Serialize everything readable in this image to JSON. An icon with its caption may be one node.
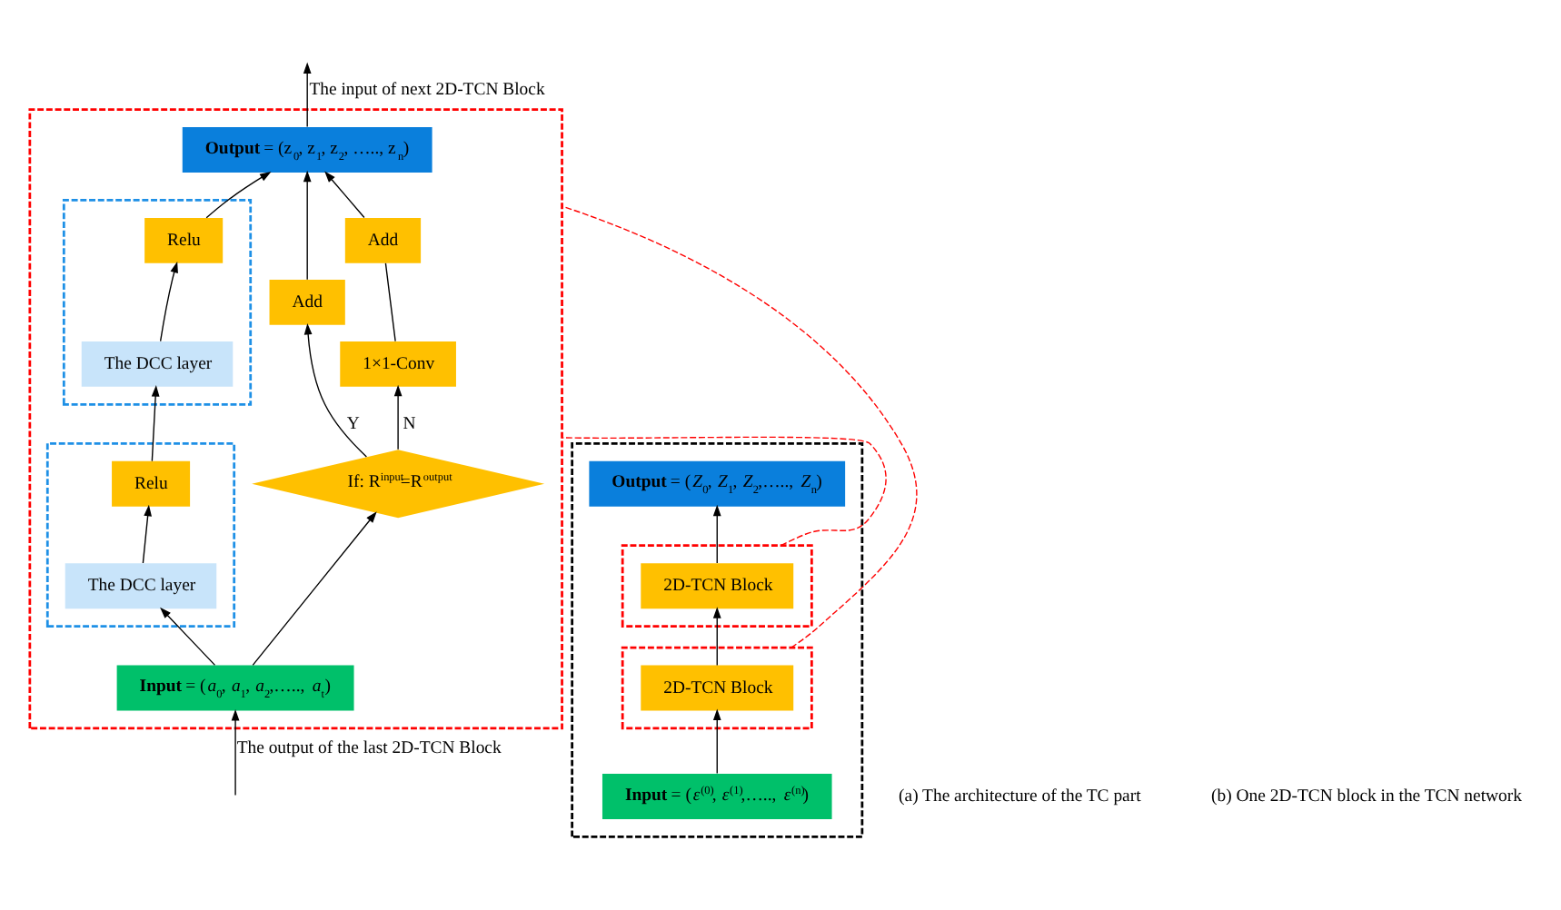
{
  "diagram": {
    "nodes": [
      {
        "text": [],
        "shape": "box"
      },
      {
        "text": [
          "**Output** = (*Z*$_{0}$, *Z*$_{1}$, *Z*$_{2}$,….., *Z*$_{n}$)"
        ],
        "in": 0
      },
      {
        "text": [],
        "shape": "box",
        "in": 0
      },
      {
        "text": [
          "2D-TCN Block"
        ],
        "in": 2
      },
      {
        "text": [],
        "shape": "box",
        "in": 0
      },
      {
        "text": [
          "2D-TCN Block"
        ],
        "in": 4
      },
      {
        "text": [
          "**Input** = (*ε*$^{(0)}$, *ε*$^{(1)}$,….., *ε*$^{(n)}$)"
        ],
        "in": 0
      },
      {
        "text": [],
        "shape": "box"
      },
      {
        "text": [
          "**Output** = (z$_{0}$, z$_{1}$, z$_{2}$, ….., z$_{n}$)"
        ],
        "in": 7
      },
      {
        "text": [],
        "shape": "box",
        "in": 7
      },
      {
        "text": [
          "Relu"
        ],
        "in": 9
      },
      {
        "text": [
          "The DCC layer"
        ],
        "in": 9
      },
      {
        "text": [],
        "shape": "box",
        "in": 7
      },
      {
        "text": [
          "Relu"
        ],
        "in": 12
      },
      {
        "text": [
          "The DCC layer"
        ],
        "in": 12
      },
      {
        "text": [
          "**Input** = (*a*$_{0}$, *a*$_{1}$, *a*$_{2}$,….., *a*$_{t}$)"
        ],
        "in": 7
      },
      {
        "text": [
          "Add"
        ],
        "in": 7
      },
      {
        "text": [
          "Add"
        ],
        "in": 7
      },
      {
        "text": [
          "1×1-Conv"
        ],
        "in": 7
      },
      {
        "text": [
          "If: R$^{input}$=R$^{output}$"
        ],
        "in": 7
      }
    ],
    "edges": [
      {
        "from": 6,
        "to": 5,
        "arrow": "to"
      },
      {
        "from": 5,
        "to": 3,
        "arrow": "to"
      },
      {
        "from": 3,
        "to": 1,
        "arrow": "to"
      },
      {
        "from": 2,
        "to": 7,
        "arrow": "none",
        "style": "dashed",
        "color": "#ff0000"
      },
      {
        "from": 4,
        "to": 7,
        "arrow": "none",
        "style": "dashed",
        "color": "#ff0000"
      },
      {
        "from": null,
        "to": 15,
        "arrow": "to",
        "label": "The output of the last 2D-TCN Block"
      },
      {
        "from": 15,
        "to": 14,
        "arrow": "to"
      },
      {
        "from": 14,
        "to": 13,
        "arrow": "to"
      },
      {
        "from": 13,
        "to": 11,
        "arrow": "to"
      },
      {
        "from": 11,
        "to": 10,
        "arrow": "to"
      },
      {
        "from": 10,
        "to": 8,
        "arrow": "to"
      },
      {
        "from": 8,
        "to": null,
        "arrow": "to",
        "label": "The input of next 2D-TCN Block"
      },
      {
        "from": 15,
        "to": 19,
        "arrow": "to"
      },
      {
        "from": 19,
        "to": 17,
        "arrow": "to",
        "label": "Y"
      },
      {
        "from": 19,
        "to": 18,
        "arrow": "to",
        "label": "N"
      },
      {
        "from": 17,
        "to": 8,
        "arrow": "to"
      },
      {
        "from": 18,
        "to": 16,
        "arrow": "none"
      },
      {
        "from": 16,
        "to": 8,
        "arrow": "to"
      }
    ],
    "labels": [
      "(a) The architecture of the TC part",
      "(b) One 2D-TCN block in the TCN network"
    ]
  }
}
